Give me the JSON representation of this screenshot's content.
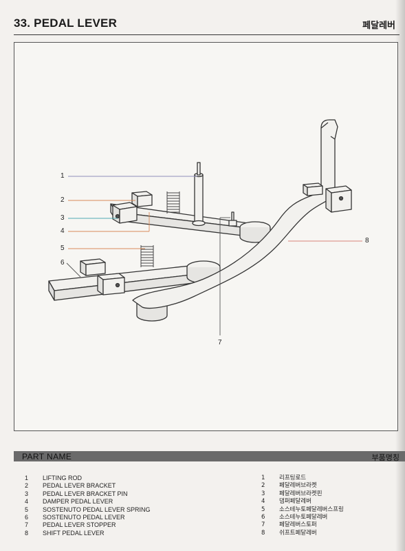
{
  "header": {
    "title": "33. PEDAL LEVER",
    "title_kr": "페달레버"
  },
  "diagram": {
    "callouts": [
      {
        "num": "1",
        "color": "#8f8fb8"
      },
      {
        "num": "2",
        "color": "#d98a58"
      },
      {
        "num": "3",
        "color": "#4faab3"
      },
      {
        "num": "4",
        "color": "#d98a58"
      },
      {
        "num": "5",
        "color": "#d98a58"
      },
      {
        "num": "6",
        "color": "#555555"
      },
      {
        "num": "7",
        "color": "#555555"
      },
      {
        "num": "8",
        "color": "#d9827a"
      }
    ]
  },
  "parts_section": {
    "title": "PART NAME",
    "title_kr": "부품명칭",
    "parts": [
      {
        "num": "1",
        "name": "LIFTING ROD",
        "name_kr": "리프팅로드"
      },
      {
        "num": "2",
        "name": "PEDAL LEVER BRACKET",
        "name_kr": "페달레버브라켓"
      },
      {
        "num": "3",
        "name": "PEDAL LEVER BRACKET PIN",
        "name_kr": "페달레버브라켓핀"
      },
      {
        "num": "4",
        "name": "DAMPER PEDAL LEVER",
        "name_kr": "댐퍼페달레버"
      },
      {
        "num": "5",
        "name": "SOSTENUTO PEDAL LEVER SPRING",
        "name_kr": "소스테누토페달레버스프링"
      },
      {
        "num": "6",
        "name": "SOSTENUTO PEDAL LEVER",
        "name_kr": "소스테누토페달레버"
      },
      {
        "num": "7",
        "name": "PEDAL LEVER STOPPER",
        "name_kr": "페달레버스토퍼"
      },
      {
        "num": "8",
        "name": "SHIFT PEDAL LEVER",
        "name_kr": "쉬프트페달레버"
      }
    ]
  }
}
